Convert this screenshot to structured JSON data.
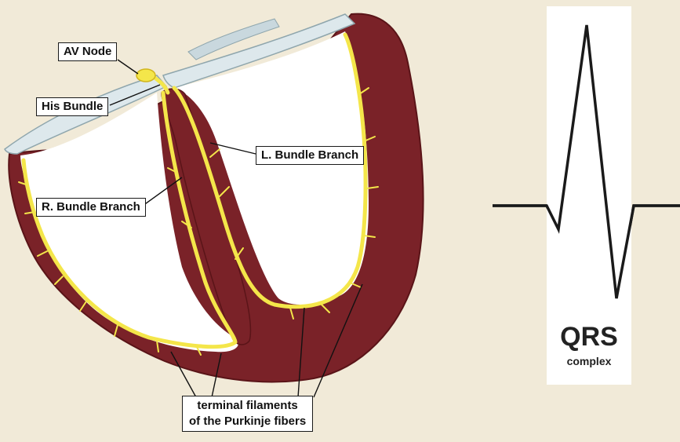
{
  "colors": {
    "background": "#f1ead8",
    "myocardium": "#7a2228",
    "chamber": "#ffffff",
    "conduction": "#f4e64a",
    "valve": "#dde8ec",
    "trace": "#1a1a1a"
  },
  "labels": {
    "av_node": "AV Node",
    "his_bundle": "His Bundle",
    "left_bundle_branch": "L. Bundle Branch",
    "right_bundle_branch": "R. Bundle Branch",
    "terminal_line1": "terminal filaments",
    "terminal_line2": "of the Purkinje fibers"
  },
  "qrs": {
    "title": "QRS",
    "subtitle": "complex"
  }
}
